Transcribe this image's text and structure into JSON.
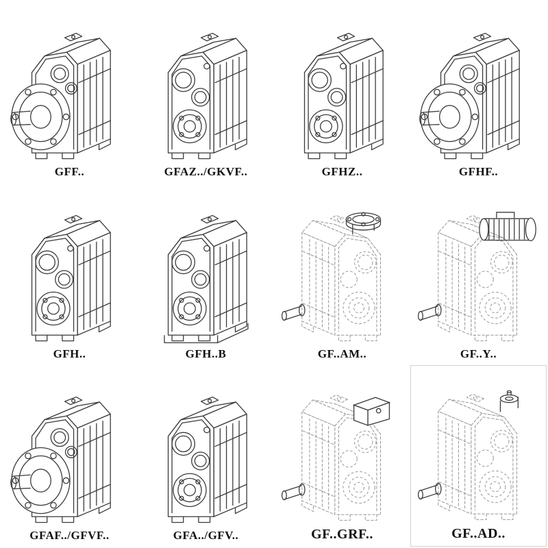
{
  "catalog": {
    "cells": [
      {
        "label": "GFF..",
        "drawing": "flange-gearbox"
      },
      {
        "label": "GFAZ../GKVF..",
        "drawing": "hollow-shaft-gearbox"
      },
      {
        "label": "GFHZ..",
        "drawing": "hollow-shaft-gearbox"
      },
      {
        "label": "GFHF..",
        "drawing": "flange-gearbox"
      },
      {
        "label": "GFH..",
        "drawing": "hollow-shaft-gearbox"
      },
      {
        "label": "GFH..B",
        "drawing": "foot-mounted-gearbox"
      },
      {
        "label": "GF..AM..",
        "drawing": "phantom-gearbox-top-flange"
      },
      {
        "label": "GF..Y..",
        "drawing": "phantom-gearbox-motor"
      },
      {
        "label": "GFAF../GFVF..",
        "drawing": "flange-gearbox"
      },
      {
        "label": "GFA../GFV..",
        "drawing": "hollow-shaft-gearbox"
      },
      {
        "label": "GF..GRF..",
        "drawing": "phantom-gearbox-cover"
      },
      {
        "label": "GF..AD..",
        "drawing": "phantom-gearbox-input-adapter"
      }
    ]
  },
  "colors": {
    "background": "#ffffff",
    "line": "#3a3a3a",
    "phantom_line": "#979797"
  }
}
